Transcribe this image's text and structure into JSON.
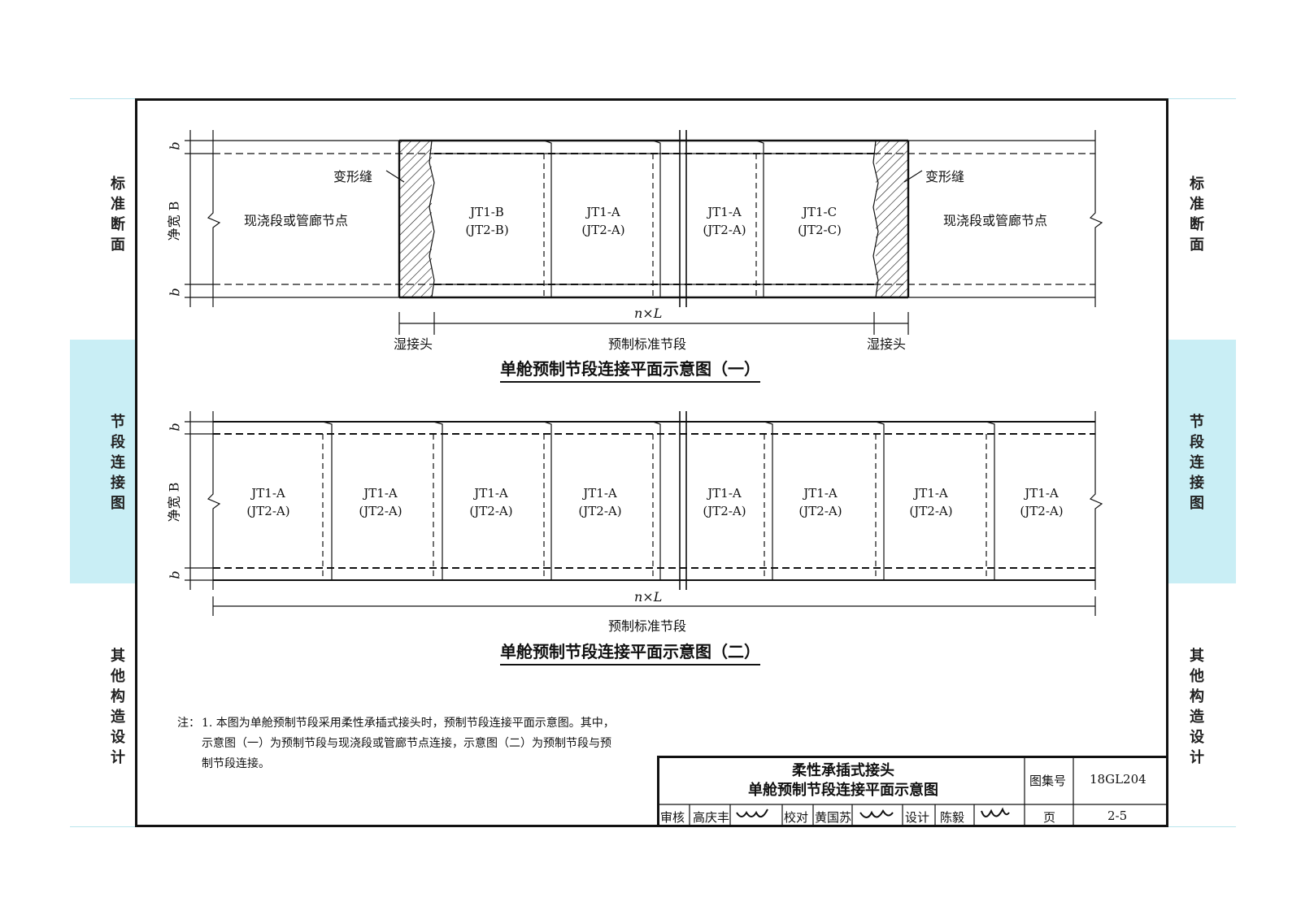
{
  "side_tabs": {
    "standard_section": "标准断面",
    "segment_connection": "节段连接图",
    "other_details": "其他构造设计"
  },
  "colors": {
    "tab_active": "#c9eef5",
    "line": "#111111"
  },
  "diagram1": {
    "b": "b",
    "net_width": "净宽 B",
    "deform_joint_left": "变形缝",
    "deform_joint_right": "变形缝",
    "cast_left": "现浇段或管廊节点",
    "cast_right": "现浇段或管廊节点",
    "segments": [
      {
        "top": "JT1-B",
        "bottom": "(JT2-B)"
      },
      {
        "top": "JT1-A",
        "bottom": "(JT2-A)"
      },
      {
        "top": "JT1-A",
        "bottom": "(JT2-A)"
      },
      {
        "top": "JT1-C",
        "bottom": "(JT2-C)"
      }
    ],
    "length": "n×L",
    "wet_joint_left": "湿接头",
    "wet_joint_right": "湿接头",
    "standard_segment": "预制标准节段",
    "caption": "单舱预制节段连接平面示意图（一）"
  },
  "diagram2": {
    "b": "b",
    "net_width": "净宽 B",
    "segments": [
      {
        "top": "JT1-A",
        "bottom": "(JT2-A)"
      },
      {
        "top": "JT1-A",
        "bottom": "(JT2-A)"
      },
      {
        "top": "JT1-A",
        "bottom": "(JT2-A)"
      },
      {
        "top": "JT1-A",
        "bottom": "(JT2-A)"
      },
      {
        "top": "JT1-A",
        "bottom": "(JT2-A)"
      },
      {
        "top": "JT1-A",
        "bottom": "(JT2-A)"
      },
      {
        "top": "JT1-A",
        "bottom": "(JT2-A)"
      },
      {
        "top": "JT1-A",
        "bottom": "(JT2-A)"
      }
    ],
    "length": "n×L",
    "standard_segment": "预制标准节段",
    "caption": "单舱预制节段连接平面示意图（二）"
  },
  "note": {
    "head": "注：",
    "body": "1. 本图为单舱预制节段采用柔性承插式接头时，预制节段连接平面示意图。其中，示意图（一）为预制节段与现浇段或管廊节点连接，示意图（二）为预制节段与预制节段连接。"
  },
  "title_block": {
    "title_line1": "柔性承插式接头",
    "title_line2": "单舱预制节段连接平面示意图",
    "atlas_label": "图集号",
    "atlas_no": "18GL204",
    "page_label": "页",
    "page_no": "2-5",
    "review_label": "审核",
    "review_name": "高庆丰",
    "check_label": "校对",
    "check_name": "黄国苏",
    "design_label": "设计",
    "design_name": "陈毅"
  }
}
